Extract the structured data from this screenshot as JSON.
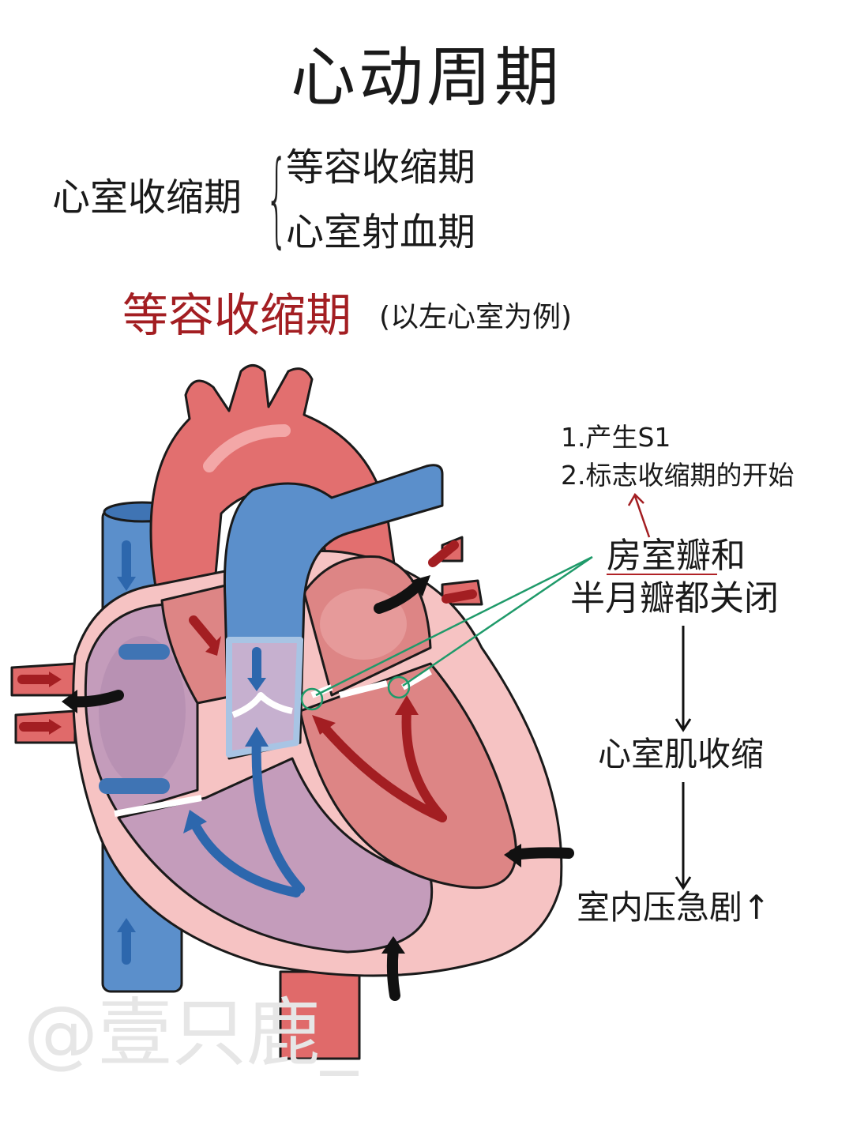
{
  "title": "心动周期",
  "overview": {
    "phase": "心室收缩期",
    "brace": "{",
    "subphases": [
      "等容收缩期",
      "心室射血期"
    ]
  },
  "section": {
    "heading": "等容收缩期",
    "note": "(以左心室为例)"
  },
  "annotations": {
    "points": [
      "1.产生S1",
      "2.标志收缩期的开始"
    ],
    "valves_line1": "房室瓣和",
    "valves_line2": "半月瓣都关闭",
    "step2": "心室肌收缩",
    "step3": "室内压急剧↑"
  },
  "watermark": "@壹只鹿_",
  "colors": {
    "accent_red": "#a31e22",
    "artery_red": "#e06a6a",
    "vein_blue": "#5b8fcb",
    "pointer_green": "#1f9a6a",
    "heart_pink": "#f6c3c3"
  }
}
